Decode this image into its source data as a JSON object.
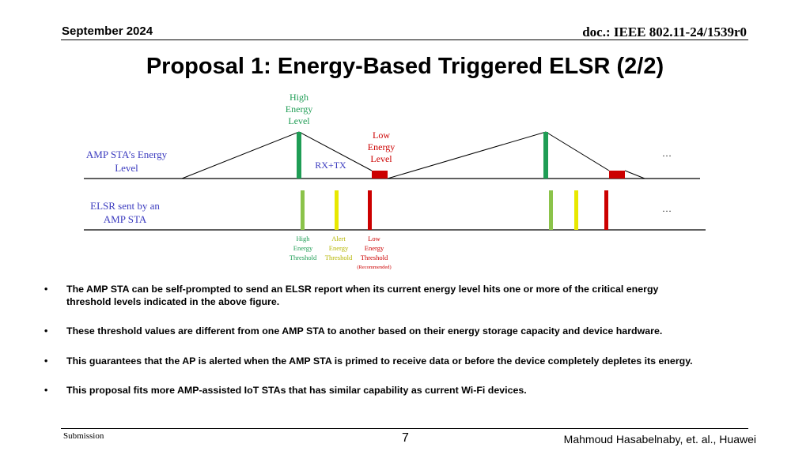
{
  "header": {
    "date": "September 2024",
    "doc_id": "doc.: IEEE 802.11-24/1539r0"
  },
  "title": "Proposal 1: Energy-Based Triggered ELSR (2/2)",
  "colors": {
    "high": "#1f9d55",
    "alert": "#cccc00",
    "low": "#cc0000",
    "green_bar": "#8bc34a",
    "rx_tx": "#3b3bbf"
  },
  "diagram": {
    "energy_row_label_1": "AMP STA’s Energy",
    "energy_row_label_2": "Level",
    "elsr_row_label_1": "ELSR sent by an",
    "elsr_row_label_2": "AMP STA",
    "high_energy_1": "High",
    "high_energy_2": "Energy",
    "high_energy_3": "Level",
    "low_energy_1": "Low",
    "low_energy_2": "Energy",
    "low_energy_3": "Level",
    "rx_tx": "RX+TX",
    "ellipsis": "…",
    "legend": {
      "high_1": "High",
      "high_2": "Energy",
      "high_3": "Threshold",
      "alert_1": "Alert",
      "alert_2": "Energy",
      "alert_3": "Threshold",
      "low_1": "Low",
      "low_2": "Energy",
      "low_3": "Threshold",
      "low_4": "(Recommended)"
    }
  },
  "bullets": [
    {
      "marker": "•",
      "line1": "The AMP STA can be self-prompted to send an ELSR report when its current energy level hits one or more of the critical energy",
      "line2": "threshold levels indicated in the above figure."
    },
    {
      "marker": "•",
      "line1": "These threshold values are different from one AMP STA to another based on their energy storage capacity and device hardware."
    },
    {
      "marker": "•",
      "line1": "This guarantees that the AP is alerted when the AMP STA is primed to receive data or before the device completely depletes its energy."
    },
    {
      "marker": "•",
      "line1": "This proposal fits more AMP-assisted IoT STAs that has similar capability as current Wi-Fi devices."
    }
  ],
  "footer": {
    "submission": "Submission",
    "page": "7",
    "author": "Mahmoud Hasabelnaby, et. al., Huawei"
  }
}
